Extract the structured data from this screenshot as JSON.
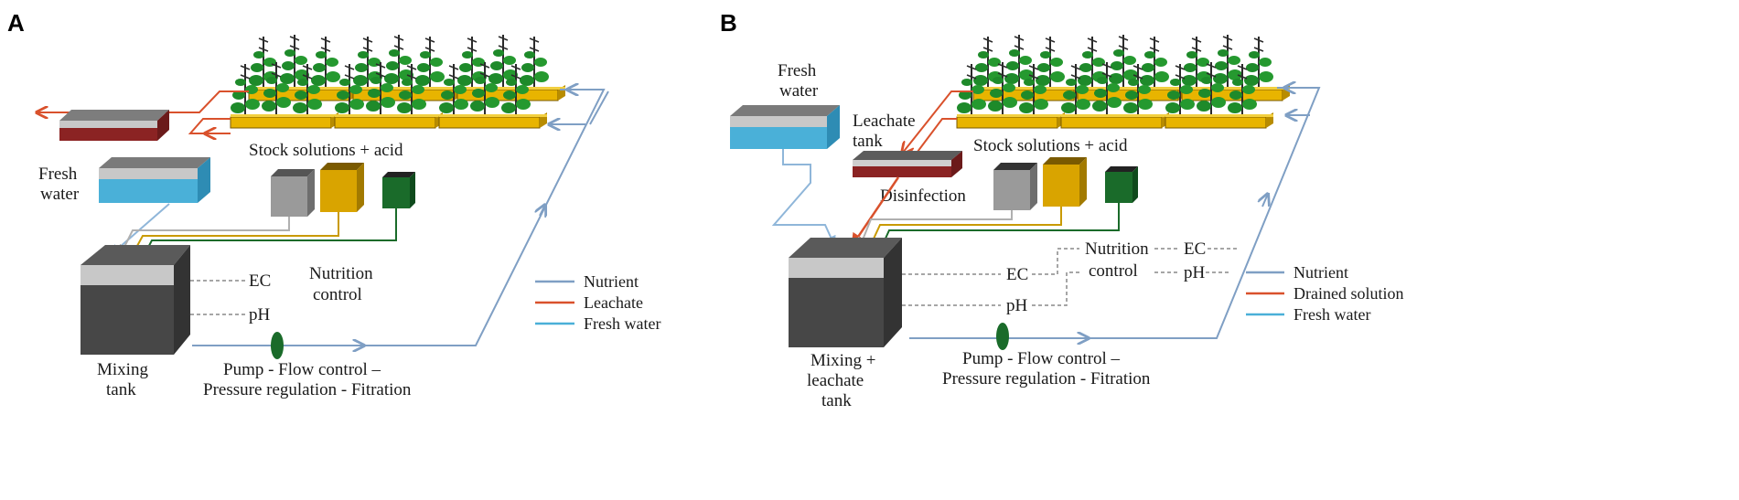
{
  "colors": {
    "nutrient": "#7f9fc4",
    "leachate": "#d9512c",
    "fresh_water": "#4ab0d8",
    "plant": "#1e8a2a",
    "tray": "#e8b400",
    "tank_dark": "#4a4a4a",
    "acid_green": "#1a6b2a",
    "stock_gold": "#d9a400",
    "stock_gray": "#9a9a9a",
    "maroon": "#8b2323"
  },
  "panel_a": {
    "letter": "A",
    "fresh_water": [
      "Fresh",
      "water"
    ],
    "stock_solutions": "Stock solutions + acid",
    "ec": "EC",
    "ph": "pH",
    "nutrition_control": [
      "Nutrition",
      "control"
    ],
    "mixing_tank": [
      "Mixing",
      "tank"
    ],
    "pump": [
      "Pump - Flow control –",
      "Pressure regulation - Fitration"
    ],
    "legend": [
      {
        "label": "Nutrient",
        "color": "#7f9fc4"
      },
      {
        "label": "Leachate",
        "color": "#d9512c"
      },
      {
        "label": "Fresh water",
        "color": "#4ab0d8"
      }
    ]
  },
  "panel_b": {
    "letter": "B",
    "fresh_water": [
      "Fresh",
      "water"
    ],
    "leachate_tank": [
      "Leachate",
      "tank"
    ],
    "stock_solutions": "Stock solutions + acid",
    "disinfection": "Disinfection",
    "nutrition_control": [
      "Nutrition",
      "control"
    ],
    "ec_left": "EC",
    "ph_left": "pH",
    "ec_right": "EC",
    "ph_right": "pH",
    "mixing_tank": [
      "Mixing +",
      "leachate",
      "tank"
    ],
    "pump": [
      "Pump - Flow control –",
      "Pressure regulation - Fitration"
    ],
    "legend": [
      {
        "label": "Nutrient",
        "color": "#7f9fc4"
      },
      {
        "label": "Drained solution",
        "color": "#d9512c"
      },
      {
        "label": "Fresh water",
        "color": "#4ab0d8"
      }
    ]
  }
}
